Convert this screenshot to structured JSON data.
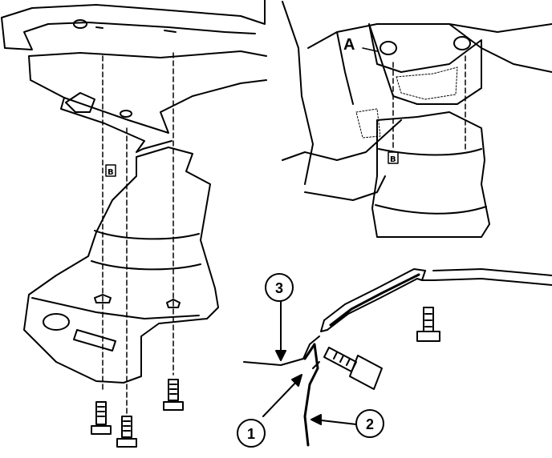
{
  "callouts": [
    {
      "number": "1"
    },
    {
      "number": "2"
    },
    {
      "number": "3"
    }
  ],
  "markers": {
    "view_letter": "A",
    "left_view_tag": "B",
    "right_view_tag": "B"
  }
}
